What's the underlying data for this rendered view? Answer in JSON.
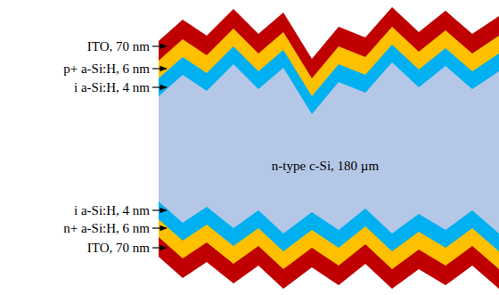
{
  "diagram": {
    "labels": [
      "ITO, 70 nm",
      "p+ a-Si:H, 6 nm",
      "i a-Si:H, 4 nm",
      "n-type c-Si, 180 µm",
      "i a-Si:H, 4 nm",
      "n+ a-Si:H, 6 nm",
      "ITO, 70 nm"
    ]
  }
}
